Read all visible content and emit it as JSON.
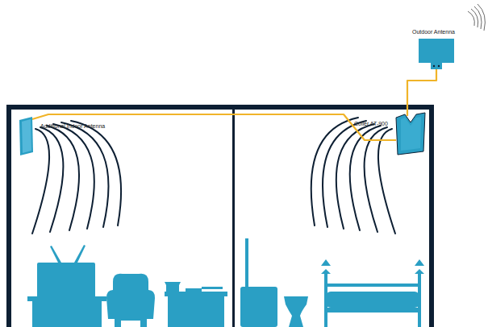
{
  "diagram": {
    "nodes": [
      {
        "text": [
          "Outdoor Antenna"
        ]
      },
      {
        "text": [
          "Additional Indoor Antenna"
        ]
      },
      {
        "text": [
          "Coiler AT-900"
        ]
      }
    ],
    "edges": [
      {
        "from": 0,
        "to": 2,
        "arrow": "none"
      },
      {
        "from": 2,
        "to": 1,
        "arrow": "none"
      }
    ]
  }
}
